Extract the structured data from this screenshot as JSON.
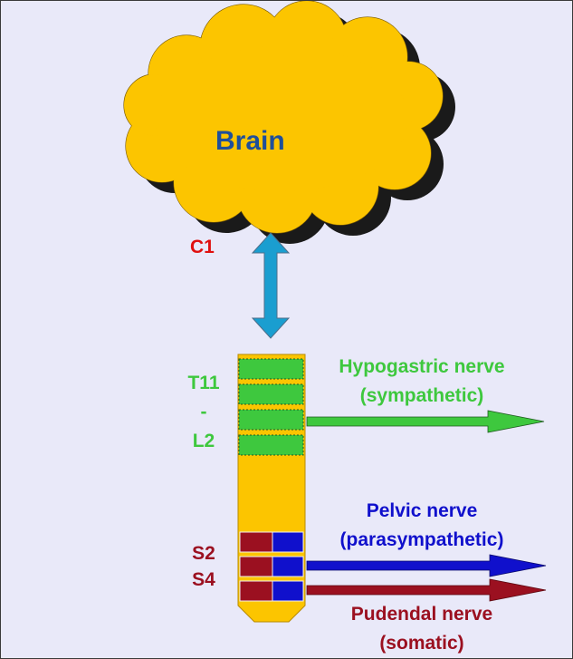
{
  "brain": {
    "label": "Brain"
  },
  "levels": {
    "c1": "C1",
    "t11": "T11",
    "dash": "-",
    "l2": "L2",
    "s2": "S2",
    "s4": "S4"
  },
  "nerves": {
    "hypogastric": {
      "name": "Hypogastric nerve",
      "type": "(sympathetic)"
    },
    "pelvic": {
      "name": "Pelvic nerve",
      "type": "(parasympathetic)"
    },
    "pudendal": {
      "name": "Pudendal nerve",
      "type": "(somatic)"
    }
  },
  "colors": {
    "background": "#e9e9f9",
    "brain_fill": "#fcc500",
    "brain_text": "#1f4f9a",
    "spinal_cord": "#fcc500",
    "sympathetic": "#3ec83e",
    "parasympathetic": "#1010cc",
    "somatic": "#9b1020",
    "c1": "#e01010",
    "connector_arrow": "#1a9ed0"
  }
}
